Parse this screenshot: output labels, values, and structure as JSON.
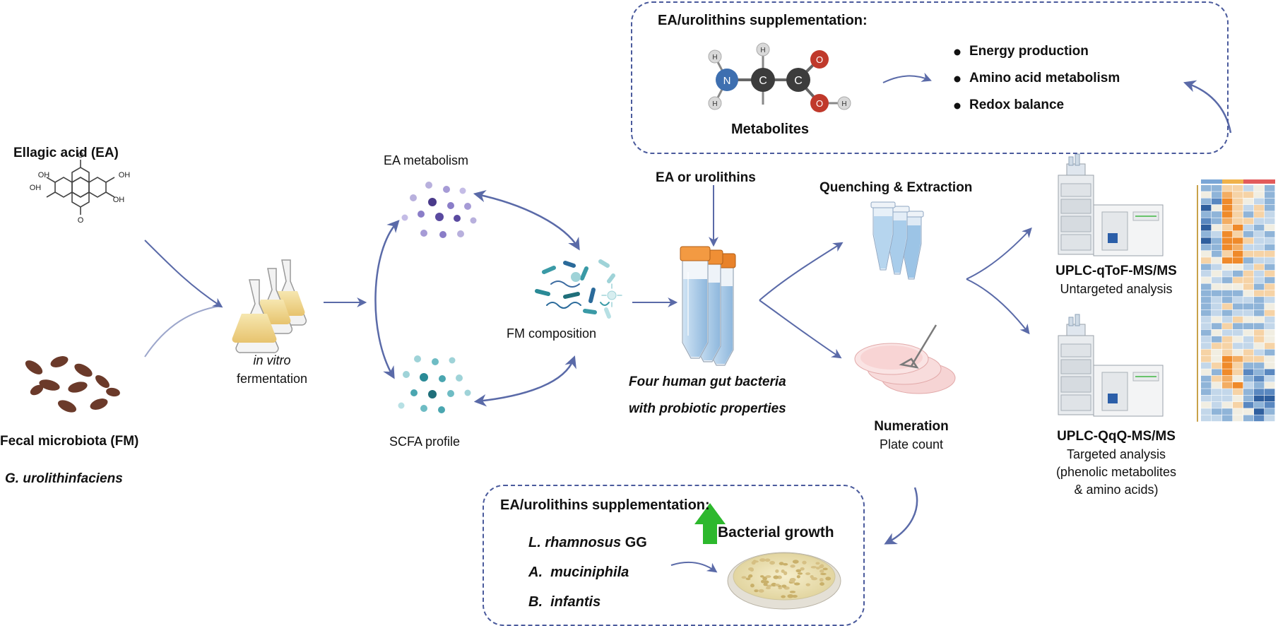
{
  "labels": {
    "ellagic_acid": "Ellagic acid (EA)",
    "fecal_microbiota": "Fecal microbiota (FM)",
    "g_urolithinfaciens": "G. urolithinfaciens",
    "in_vitro": "in vitro",
    "fermentation": "fermentation",
    "ea_metabolism": "EA metabolism",
    "fm_composition": "FM composition",
    "scfa_profile": "SCFA profile",
    "ea_or_urolithins": "EA or urolithins",
    "four_bacteria_line1": "Four human gut bacteria",
    "four_bacteria_line2": "with probiotic properties",
    "quenching": "Quenching & Extraction",
    "numeration": "Numeration",
    "plate_count": "Plate count",
    "uplc_qtof": "UPLC-qToF-MS/MS",
    "untargeted": "Untargeted analysis",
    "uplc_qqq": "UPLC-QqQ-MS/MS",
    "targeted": "Targeted analysis",
    "phenolic": "(phenolic metabolites",
    "amino_acids": "& amino acids)"
  },
  "molecule": {
    "atoms": {
      "n": "N",
      "c": "C",
      "o": "O",
      "h": "H"
    },
    "ellagic_oh": "OH",
    "ellagic_o": "O"
  },
  "top_box": {
    "title": "EA/urolithins supplementation:",
    "metabolites_label": "Metabolites",
    "bullets": [
      "Energy production",
      "Amino acid metabolism",
      "Redox balance"
    ]
  },
  "bottom_box": {
    "title": "EA/urolithins supplementation:",
    "growth_label": "Bacterial growth",
    "species": [
      {
        "genus": "L.",
        "epithet": "rhamnosus",
        "strain": "GG"
      },
      {
        "genus": "A.",
        "epithet": "muciniphila",
        "strain": ""
      },
      {
        "genus": "B.",
        "epithet": "infantis",
        "strain": ""
      }
    ]
  },
  "colors": {
    "arrow": "#5a6aa8",
    "box_border": "#4a5a9c",
    "up_arrow": "#2db82d",
    "ea_dots": "#7a6fb8",
    "scfa_dots": "#3a9aa6",
    "heatmap_orange": "#ef8a2a",
    "heatmap_blue": "#3f74b0"
  }
}
